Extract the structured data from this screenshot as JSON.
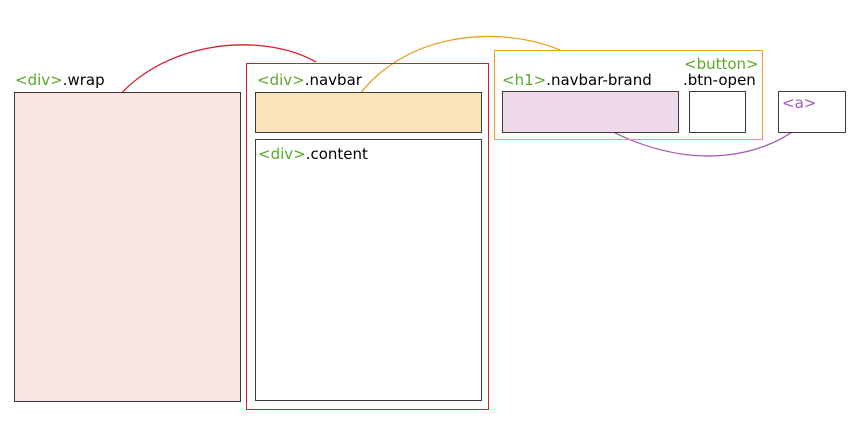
{
  "wrap": {
    "tag": "<div>",
    "cls": ".wrap"
  },
  "navbar": {
    "tag": "<div>",
    "cls": ".navbar"
  },
  "content": {
    "tag": "<div>",
    "cls": ".content"
  },
  "brand": {
    "tag": "<h1>",
    "cls": ".navbar-brand"
  },
  "button": {
    "tag": "<button>",
    "cls": ".btn-open"
  },
  "anchor": {
    "tag": "<a>"
  },
  "colors": {
    "red": "#d0202e",
    "orange": "#e9a227",
    "purple": "#a35bb0",
    "green": "#5aa82a",
    "wrap_fill": "#fbe5e3",
    "navbar_fill": "#fbe3b8",
    "brand_fill": "#efdaea"
  }
}
